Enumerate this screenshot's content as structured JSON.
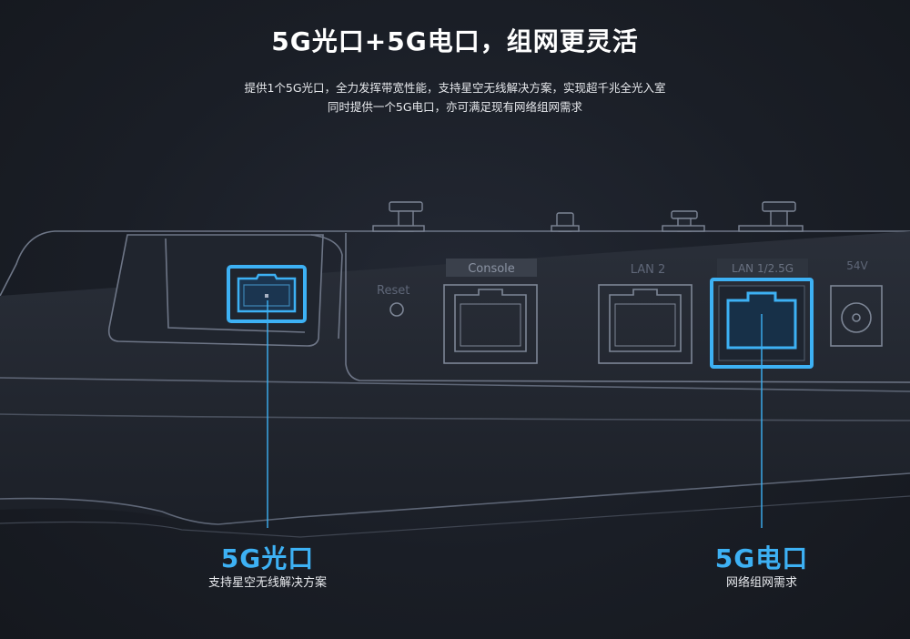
{
  "header": {
    "title": "5G光口+5G电口，组网更灵活",
    "subtitle_line1": "提供1个5G光口，全力发挥带宽性能，支持星空无线解决方案，实现超千兆全光入室",
    "subtitle_line2": "同时提供一个5G电口，亦可满足现有网络组网需求"
  },
  "device": {
    "reset_label": "Reset",
    "console_label": "Console",
    "lan2_label": "LAN 2",
    "lan1_label": "LAN 1/2.5G",
    "power_label": "54V"
  },
  "callouts": {
    "optical": {
      "title": "5G光口",
      "desc": "支持星空无线解决方案"
    },
    "electrical": {
      "title": "5G电口",
      "desc": "网络组网需求"
    }
  },
  "colors": {
    "accent": "#3db1f4",
    "line_art": "#7d8696",
    "background": "#1b1f27"
  }
}
